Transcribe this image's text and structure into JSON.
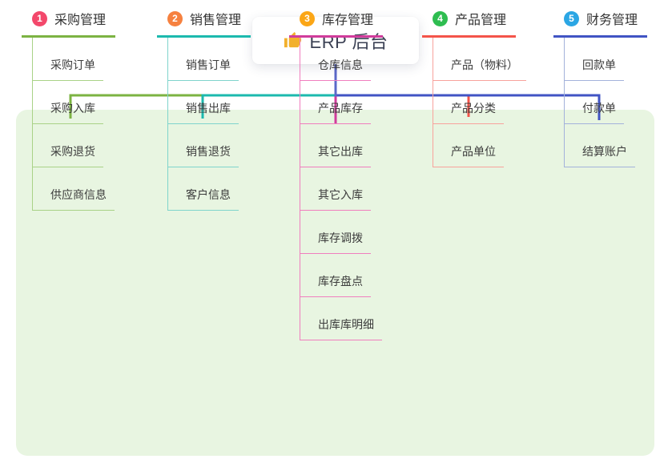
{
  "canvas": {
    "background": "#ffffff",
    "panel_background": "#E8F5E1"
  },
  "root": {
    "title": "ERP 后台",
    "icon": "thumbs-up-icon",
    "icon_color": "#F2B02D",
    "line_color": "#5B68C9"
  },
  "branches": [
    {
      "index": "1",
      "title": "采购管理",
      "badge_color": "#F3486B",
      "color": "#7CB342",
      "color_light": "#A9D287",
      "items": [
        "采购订单",
        "采购入库",
        "采购退货",
        "供应商信息"
      ]
    },
    {
      "index": "2",
      "title": "销售管理",
      "badge_color": "#F6813F",
      "color": "#1CB9AE",
      "color_light": "#7FD4CC",
      "items": [
        "销售订单",
        "销售出库",
        "销售退货",
        "客户信息"
      ]
    },
    {
      "index": "3",
      "title": "库存管理",
      "badge_color": "#FBA616",
      "color": "#D13C9C",
      "color_light": "#F07EBE",
      "items": [
        "仓库信息",
        "产品库存",
        "其它出库",
        "其它入库",
        "库存调拨",
        "库存盘点",
        "出库库明细"
      ]
    },
    {
      "index": "4",
      "title": "产品管理",
      "badge_color": "#2EBD50",
      "color": "#F4544A",
      "color_light": "#F8A29C",
      "items": [
        "产品（物料）",
        "产品分类",
        "产品单位"
      ]
    },
    {
      "index": "5",
      "title": "财务管理",
      "badge_color": "#2BA6E4",
      "color": "#4154C4",
      "color_light": "#A3B2DB",
      "items": [
        "回款单",
        "付款单",
        "结算账户"
      ]
    }
  ]
}
